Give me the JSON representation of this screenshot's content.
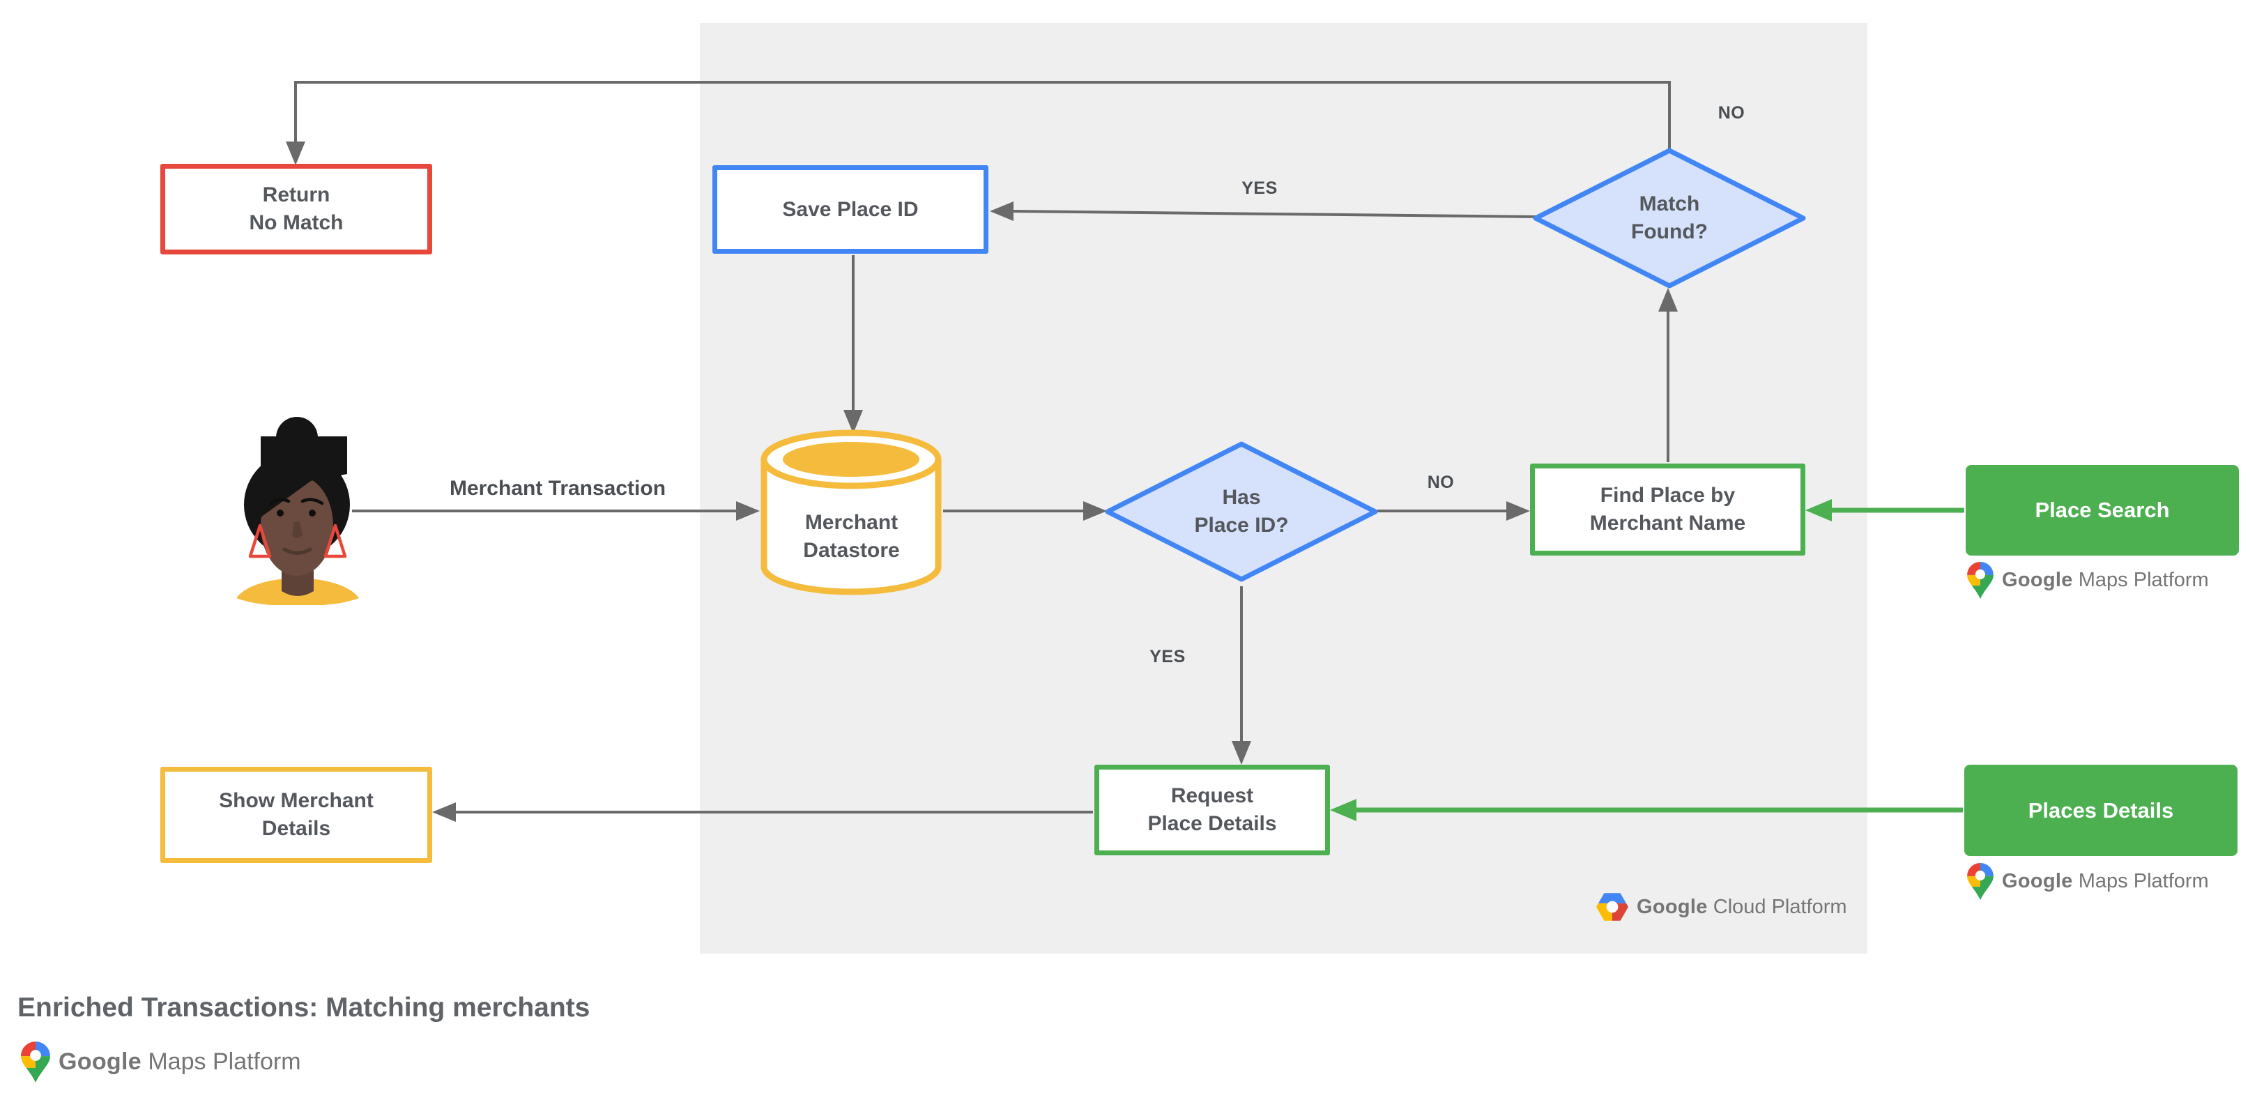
{
  "colors": {
    "bg": "#ffffff",
    "panel": "#efefef",
    "connector": "#6a6a6a",
    "text": "#54585d",
    "label": "#4a4e53",
    "blue": "#4285f4",
    "blue-light": "#d6e2fb",
    "red": "#e8473b",
    "yellow": "#f5bb3d",
    "green": "#4caf50",
    "logo-gray": "#757575"
  },
  "nodes": {
    "return_no_match": {
      "label": "Return\nNo Match"
    },
    "save_place_id": {
      "label": "Save Place ID"
    },
    "match_found": {
      "label": "Match\nFound?"
    },
    "merchant_datastore": {
      "label": "Merchant\nDatastore"
    },
    "has_place_id": {
      "label": "Has\nPlace ID?"
    },
    "find_place_by_merchant_name": {
      "label": "Find Place by\nMerchant Name"
    },
    "request_place_details": {
      "label": "Request\nPlace Details"
    },
    "show_merchant_details": {
      "label": "Show Merchant\nDetails"
    },
    "place_search": {
      "label": "Place Search"
    },
    "places_details": {
      "label": "Places Details"
    }
  },
  "edge_labels": {
    "merchant_transaction": "Merchant Transaction",
    "match_found_yes": "YES",
    "match_found_no": "NO",
    "has_place_id_yes": "YES",
    "has_place_id_no": "NO"
  },
  "branding": {
    "maps_google": "Google",
    "maps_rest": "Maps Platform",
    "cloud_google": "Google",
    "cloud_rest": "Cloud Platform"
  },
  "footer": {
    "title": "Enriched Transactions: Matching merchants"
  }
}
